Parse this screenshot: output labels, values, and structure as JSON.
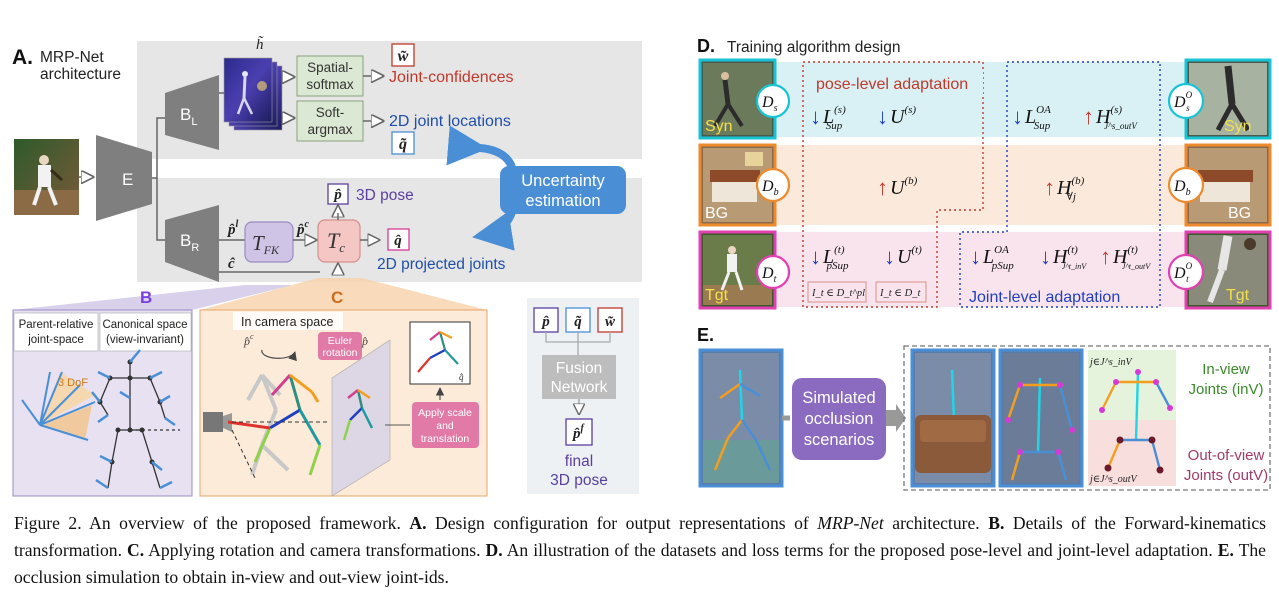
{
  "panel_a": {
    "label": "A.",
    "title_line1": "MRP-Net",
    "title_line2": "architecture",
    "encoder": "E",
    "branch_l": "B",
    "branch_l_sub": "L",
    "branch_r": "B",
    "branch_r_sub": "R",
    "h_tilde": "h̃",
    "spatial_softmax_line1": "Spatial-",
    "spatial_softmax_line2": "softmax",
    "soft_argmax_line1": "Soft-",
    "soft_argmax_line2": "argmax",
    "w_tilde": "w̃",
    "joint_confidences": "Joint-confidences",
    "joint_locations_2d": "2D joint locations",
    "q_tilde": "q̃",
    "uncertainty_line1": "Uncertainty",
    "uncertainty_line2": "estimation",
    "p_hat": "p̂",
    "pose_3d": "3D pose",
    "p_l": "p̂",
    "p_l_sup": "l",
    "p_c": "p̂",
    "p_c_sup": "c",
    "c_hat": "ĉ",
    "t_fk": "T",
    "t_fk_sub": "FK",
    "t_c": "T",
    "t_c_sub": "c",
    "q_hat": "q̂",
    "projected_joints": "2D projected joints"
  },
  "panel_b": {
    "label": "B",
    "parent_relative_line1": "Parent-relative",
    "parent_relative_line2": "joint-space",
    "canonical_line1": "Canonical space",
    "canonical_line2": "(view-invariant)",
    "dof": "3 DoF"
  },
  "panel_c": {
    "label": "C",
    "camera_space": "In camera space",
    "euler_line1": "Euler",
    "euler_line2": "rotation",
    "p_c": "p̂",
    "p_c_sup": "c",
    "p_hat": "p̂",
    "q_hat": "q̂",
    "scale_line1": "Apply scale",
    "scale_line2": "and",
    "scale_line3": "translation"
  },
  "fusion": {
    "p_hat": "p̂",
    "q_tilde": "q̃",
    "w_tilde": "w̃",
    "network_line1": "Fusion",
    "network_line2": "Network",
    "p_f": "p̂",
    "p_f_sup": "f",
    "final_line1": "final",
    "final_line2": "3D pose"
  },
  "panel_d": {
    "label": "D.",
    "title": "Training algorithm design",
    "pose_level": "pose-level adaptation",
    "joint_level": "Joint-level adaptation",
    "syn": "Syn",
    "bg": "BG",
    "tgt": "Tgt",
    "d_s": "D",
    "d_s_sub": "s",
    "d_b": "D",
    "d_b_sub": "b",
    "d_t": "D",
    "d_t_sub": "t",
    "do_s_sup": "O",
    "do_s_sub": "s",
    "do_b_sup": "O",
    "do_b_sub": "b",
    "do_t_sup": "O",
    "do_t_sub": "t",
    "row1_l_sup": "L",
    "row1_l_sup_sub": "Sup",
    "row1_l_sup_sup": "(s)",
    "row1_u": "U",
    "row1_u_sup": "(s)",
    "row1_l_oa": "L",
    "row1_l_oa_sup": "OA",
    "row1_l_oa_sub": "Sup",
    "row1_h": "H",
    "row1_h_sup": "(s)",
    "row1_h_sub": "J^s_outV",
    "row2_u": "U",
    "row2_u_sup": "(b)",
    "row2_h": "H",
    "row2_h_sup": "(b)",
    "row2_h_sub": "∀j",
    "row3_l_psup": "L",
    "row3_l_psup_sup": "(t)",
    "row3_l_psup_sub": "pSup",
    "row3_u": "U",
    "row3_u_sup": "(t)",
    "row3_cond1": "I_t ∈ D_t^pl",
    "row3_cond2": "I_t ∈ D_t",
    "row3_l_oa": "L",
    "row3_l_oa_sup": "OA",
    "row3_l_oa_sub": "pSup",
    "row3_h_inv": "H",
    "row3_h_inv_sup": "(t)",
    "row3_h_inv_sub": "J^t_inV",
    "row3_h_outv": "H",
    "row3_h_outv_sup": "(t)",
    "row3_h_outv_sub": "J^t_outV"
  },
  "panel_e": {
    "label": "E.",
    "simulated_line1": "Simulated",
    "simulated_line2": "occlusion",
    "simulated_line3": "scenarios",
    "inview_line1": "In-view",
    "inview_line2": "Joints (inV)",
    "outview_line1": "Out-of-view",
    "outview_line2": "Joints (outV)",
    "j_inv": "j∈J^s_inV",
    "j_outv": "j∈J^s_outV"
  },
  "caption": {
    "figure_label": "Figure 2.",
    "intro": "An overview of the proposed framework.",
    "a_label": "A.",
    "a_text": "Design configuration for output representations of",
    "a_model": "MRP-Net",
    "a_text2": "architecture.",
    "b_label": "B.",
    "b_text": "Details of the Forward-kinematics transformation.",
    "c_label": "C.",
    "c_text": "Applying rotation and camera transformations.",
    "d_label": "D.",
    "d_text": "An illustration of the datasets and loss terms for the proposed pose-level and joint-level adaptation.",
    "e_label": "E.",
    "e_text": "The occlusion simulation to obtain in-view and out-view joint-ids."
  },
  "colors": {
    "grey_panel": "#e6e6e6",
    "encoder_grey": "#7f7f7f",
    "green_box": "#dbe8d3",
    "red_text": "#c0392b",
    "blue_text": "#1f4fa8",
    "purple_text": "#5b3fa0",
    "uncertainty_blue": "#4a8fd6",
    "purple_panel": "#e7e1f1",
    "orange_panel": "#fdebd9",
    "cyan_row": "#d9f1f5",
    "peach_row": "#fbe9dc",
    "pink_row": "#f9e4ee",
    "fusion_panel": "#edf1f4"
  }
}
